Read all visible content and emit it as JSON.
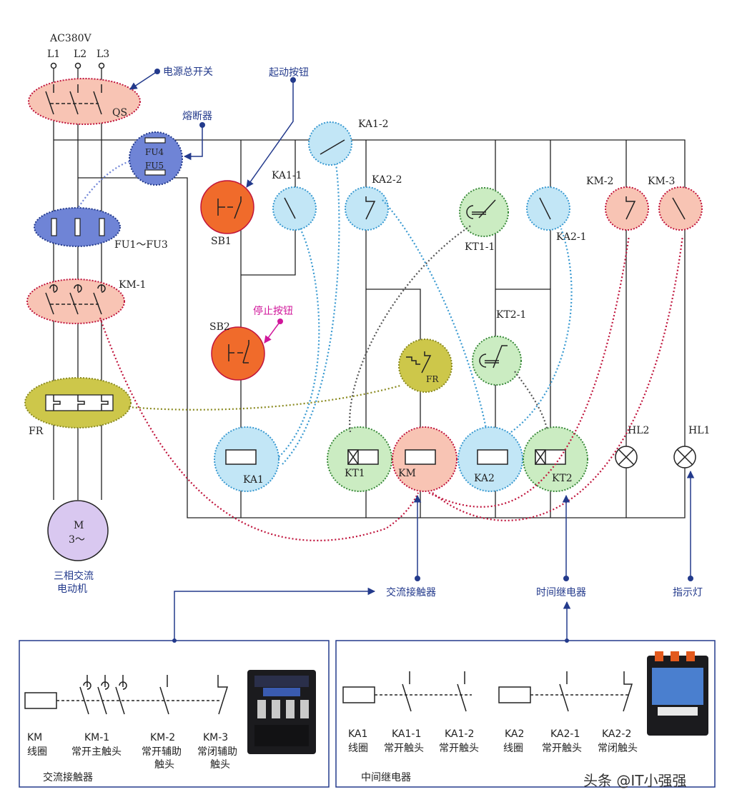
{
  "supply": {
    "voltage": "AC380V",
    "phases": [
      "L1",
      "L2",
      "L3"
    ]
  },
  "components": {
    "qs": "QS",
    "fu4": "FU4",
    "fu5": "FU5",
    "fu13": "FU1～FU3",
    "km1": "KM-1",
    "fr_main": "FR",
    "motor_line1": "M",
    "motor_line2": "3～",
    "motor_name_1": "三相交流",
    "motor_name_2": "电动机",
    "sb1": "SB1",
    "sb2": "SB2",
    "ka1_1": "KA1-1",
    "ka1_2": "KA1-2",
    "ka2_2": "KA2-2",
    "kt1_1": "KT1-1",
    "ka2_1": "KA2-1",
    "km2": "KM-2",
    "km3": "KM-3",
    "kt2_1": "KT2-1",
    "fr_contact": "FR",
    "ka1_coil": "KA1",
    "kt1_coil": "KT1",
    "km_coil": "KM",
    "ka2_coil": "KA2",
    "kt2_coil": "KT2",
    "hl2": "HL2",
    "hl1": "HL1"
  },
  "callouts": {
    "main_switch": "电源总开关",
    "fuse": "熔断器",
    "start_button": "起动按钮",
    "stop_button": "停止按钮",
    "contactor": "交流接触器",
    "time_relay": "时间继电器",
    "indicator": "指示灯"
  },
  "legend_left": {
    "title": "交流接触器",
    "items": [
      {
        "code": "KM",
        "desc1": "线圈",
        "desc2": ""
      },
      {
        "code": "KM-1",
        "desc1": "常开主触头",
        "desc2": ""
      },
      {
        "code": "KM-2",
        "desc1": "常开辅助",
        "desc2": "触头"
      },
      {
        "code": "KM-3",
        "desc1": "常闭辅助",
        "desc2": "触头"
      }
    ]
  },
  "legend_right": {
    "title": "中间继电器",
    "items": [
      {
        "code": "KA1",
        "desc1": "线圈"
      },
      {
        "code": "KA1-1",
        "desc1": "常开触头"
      },
      {
        "code": "KA1-2",
        "desc1": "常开触头"
      },
      {
        "code": "KA2",
        "desc1": "线圈"
      },
      {
        "code": "KA2-1",
        "desc1": "常开触头"
      },
      {
        "code": "KA2-2",
        "desc1": "常闭触头"
      }
    ]
  },
  "watermark": "头条 @IT小强强",
  "colors": {
    "salmon": "#f8c4b4",
    "blue_fuse": "#6f84d6",
    "light_blue": "#c2e6f6",
    "green": "#cbecc2",
    "orange": "#f06b2b",
    "olive": "#cdc74a",
    "lavender": "#d9c8f0",
    "navy": "#233a8c",
    "magenta": "#d0169a",
    "red_dot": "#c0143c"
  }
}
